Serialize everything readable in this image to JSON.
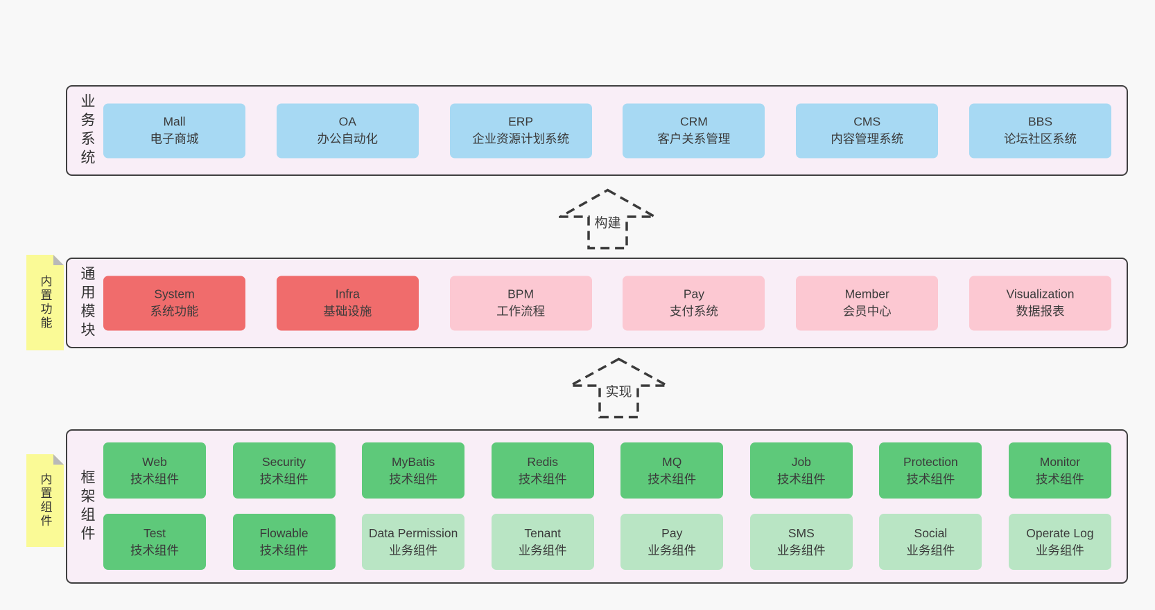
{
  "colors": {
    "page_bg": "#f8f8f8",
    "section_bg": "#f9eef7",
    "section_border": "#3f3f3f",
    "blue_box": "#a7d9f3",
    "red_box": "#f06c6c",
    "pink_box": "#fcc8d2",
    "green_box": "#5ec97a",
    "light_green_box": "#b9e5c4",
    "sticky_yellow": "#fafa96",
    "sticky_fold": "#b9b9b9"
  },
  "arrows": [
    {
      "label": "构建"
    },
    {
      "label": "实现"
    }
  ],
  "sections": [
    {
      "label": "业务系统",
      "boxes": [
        {
          "name": "Mall",
          "desc": "电子商城",
          "color": "blue"
        },
        {
          "name": "OA",
          "desc": "办公自动化",
          "color": "blue"
        },
        {
          "name": "ERP",
          "desc": "企业资源计划系统",
          "color": "blue"
        },
        {
          "name": "CRM",
          "desc": "客户关系管理",
          "color": "blue"
        },
        {
          "name": "CMS",
          "desc": "内容管理系统",
          "color": "blue"
        },
        {
          "name": "BBS",
          "desc": "论坛社区系统",
          "color": "blue"
        }
      ]
    },
    {
      "label": "通用模块",
      "sticky": "内置功能",
      "boxes": [
        {
          "name": "System",
          "desc": "系统功能",
          "color": "red"
        },
        {
          "name": "Infra",
          "desc": "基础设施",
          "color": "red"
        },
        {
          "name": "BPM",
          "desc": "工作流程",
          "color": "pink"
        },
        {
          "name": "Pay",
          "desc": "支付系统",
          "color": "pink"
        },
        {
          "name": "Member",
          "desc": "会员中心",
          "color": "pink"
        },
        {
          "name": "Visualization",
          "desc": "数据报表",
          "color": "pink"
        }
      ]
    },
    {
      "label": "框架组件",
      "sticky": "内置组件",
      "rows": [
        [
          {
            "name": "Web",
            "desc": "技术组件",
            "color": "green"
          },
          {
            "name": "Security",
            "desc": "技术组件",
            "color": "green"
          },
          {
            "name": "MyBatis",
            "desc": "技术组件",
            "color": "green"
          },
          {
            "name": "Redis",
            "desc": "技术组件",
            "color": "green"
          },
          {
            "name": "MQ",
            "desc": "技术组件",
            "color": "green"
          },
          {
            "name": "Job",
            "desc": "技术组件",
            "color": "green"
          },
          {
            "name": "Protection",
            "desc": "技术组件",
            "color": "green"
          },
          {
            "name": "Monitor",
            "desc": "技术组件",
            "color": "green"
          }
        ],
        [
          {
            "name": "Test",
            "desc": "技术组件",
            "color": "green"
          },
          {
            "name": "Flowable",
            "desc": "技术组件",
            "color": "green"
          },
          {
            "name": "Data Permission",
            "desc": "业务组件",
            "color": "lightgreen"
          },
          {
            "name": "Tenant",
            "desc": "业务组件",
            "color": "lightgreen"
          },
          {
            "name": "Pay",
            "desc": "业务组件",
            "color": "lightgreen"
          },
          {
            "name": "SMS",
            "desc": "业务组件",
            "color": "lightgreen"
          },
          {
            "name": "Social",
            "desc": "业务组件",
            "color": "lightgreen"
          },
          {
            "name": "Operate Log",
            "desc": "业务组件",
            "color": "lightgreen"
          }
        ]
      ]
    }
  ]
}
